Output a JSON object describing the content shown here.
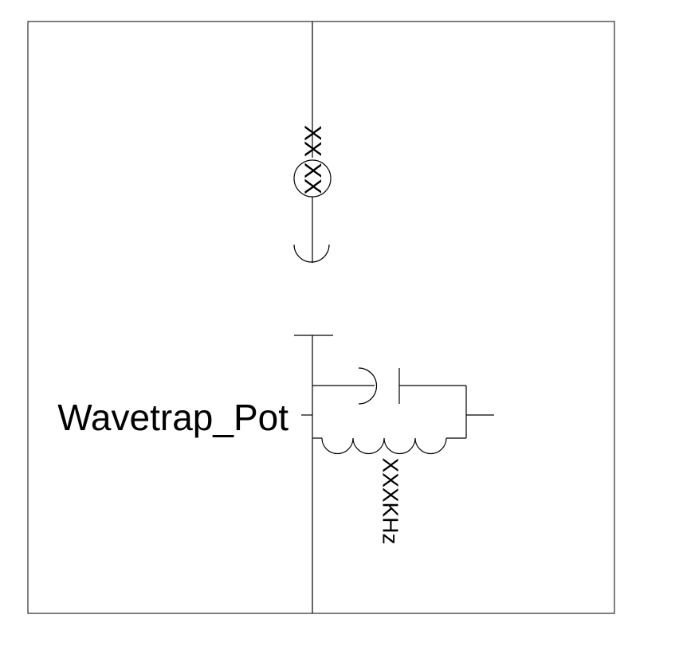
{
  "diagram": {
    "label": "Wavetrap_Pot",
    "lamp_labels": [
      "XX",
      "XX",
      "XX"
    ],
    "frequency_label": "XXXKHz"
  }
}
